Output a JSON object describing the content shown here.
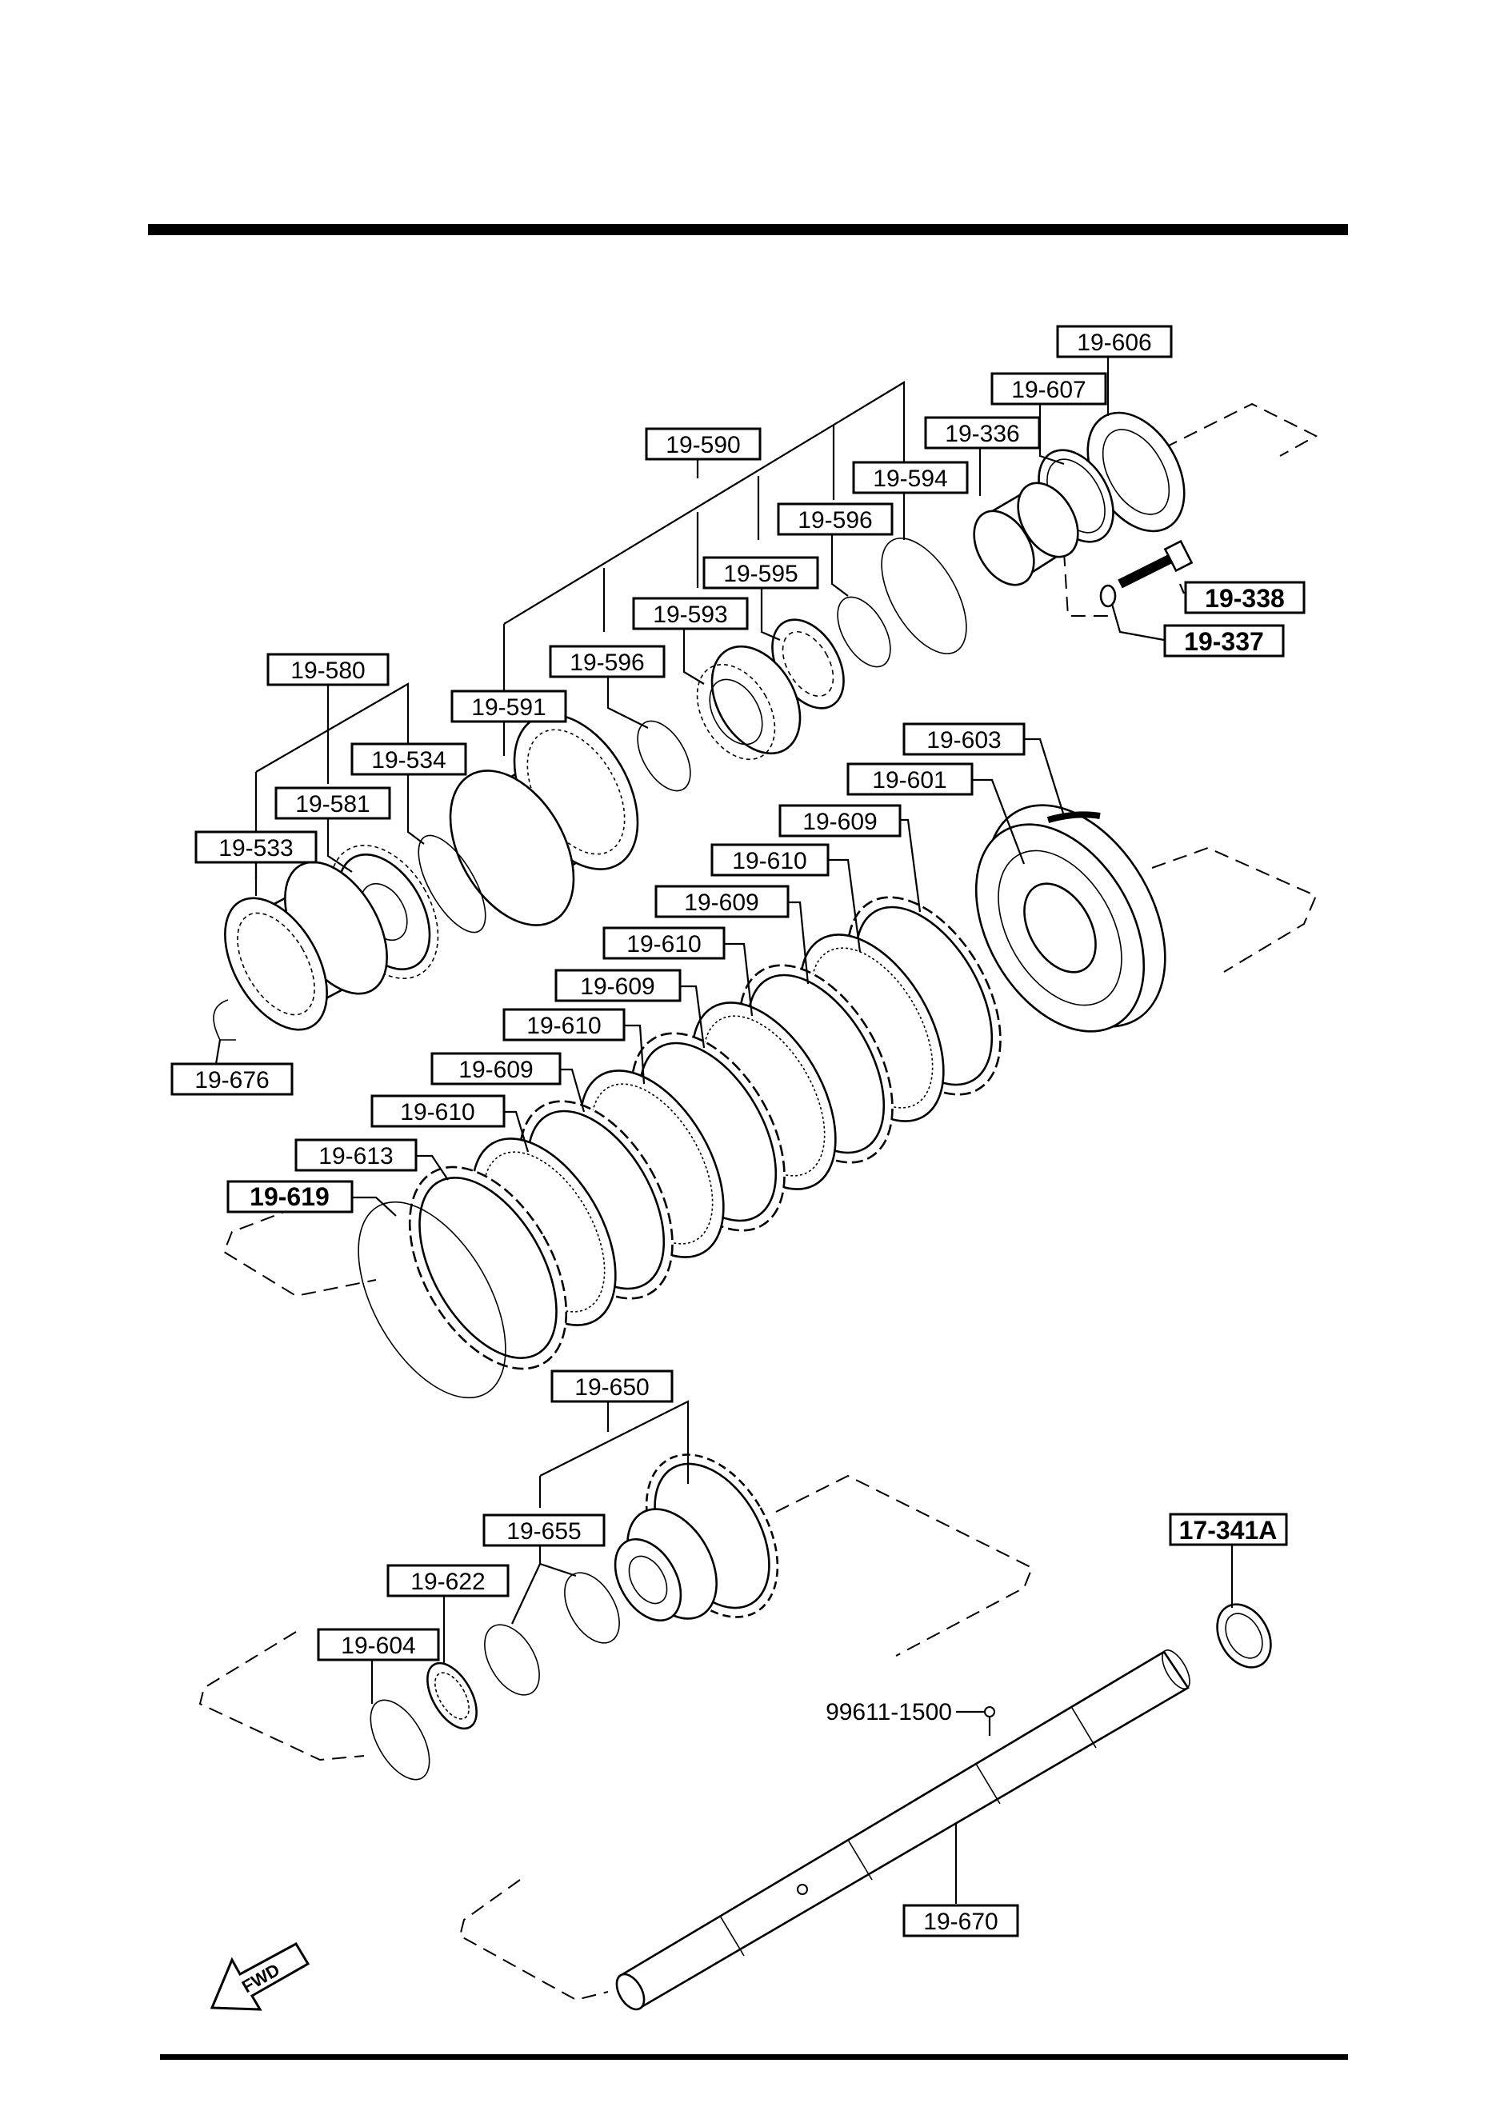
{
  "diagram": {
    "labels": {
      "l19_606": "19-606",
      "l19_607": "19-607",
      "l19_336": "19-336",
      "l19_594": "19-594",
      "l19_590": "19-590",
      "l19_596a": "19-596",
      "l19_595": "19-595",
      "l19_593": "19-593",
      "l19_596b": "19-596",
      "l19_338": "19-338",
      "l19_337": "19-337",
      "l19_580": "19-580",
      "l19_591": "19-591",
      "l19_534": "19-534",
      "l19_581": "19-581",
      "l19_533": "19-533",
      "l19_603": "19-603",
      "l19_601": "19-601",
      "l19_609a": "19-609",
      "l19_610a": "19-610",
      "l19_609b": "19-609",
      "l19_610b": "19-610",
      "l19_609c": "19-609",
      "l19_610c": "19-610",
      "l19_609d": "19-609",
      "l19_610d": "19-610",
      "l19_613": "19-613",
      "l19_619": "19-619",
      "l19_676": "19-676",
      "l19_650": "19-650",
      "l19_655": "19-655",
      "l19_622": "19-622",
      "l19_604": "19-604",
      "l17_341A": "17-341A",
      "l99611": "99611-1500",
      "l19_670": "19-670"
    },
    "fwd_label": "FWD"
  }
}
